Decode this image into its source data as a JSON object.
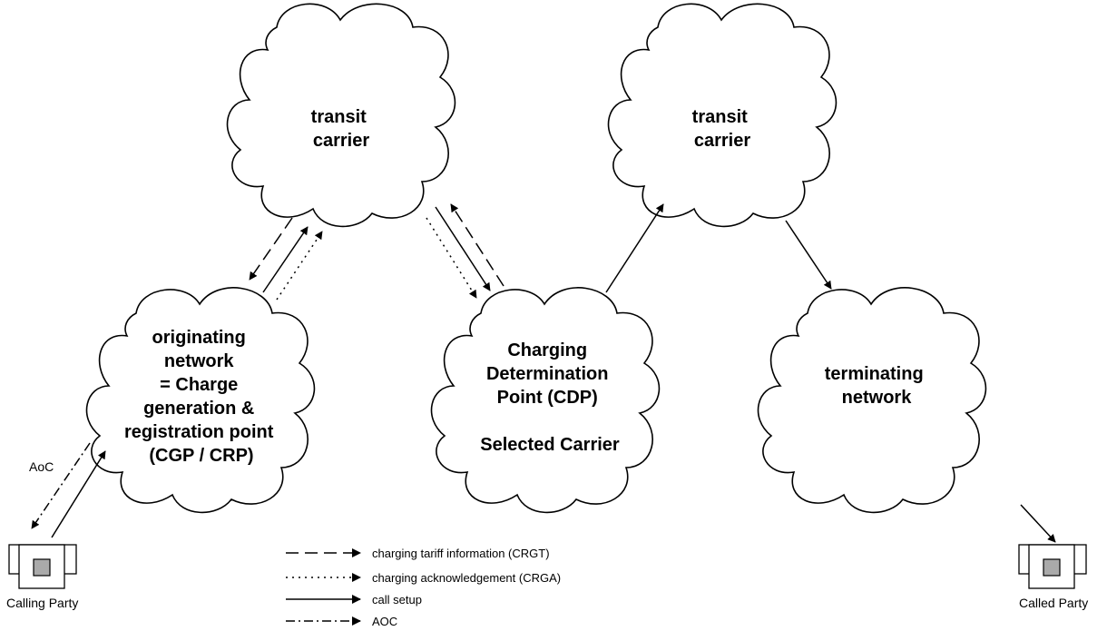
{
  "clouds": {
    "transit_carrier_1": [
      "transit",
      "carrier"
    ],
    "transit_carrier_2": [
      "transit",
      "carrier"
    ],
    "originating_network": [
      "originating",
      "network",
      "= Charge",
      "generation &",
      "registration point",
      "(CGP / CRP)"
    ],
    "cdp": [
      "Charging",
      "Determination",
      "Point (CDP)",
      "",
      "Selected Carrier"
    ],
    "terminating_network": [
      "terminating",
      "network"
    ]
  },
  "labels": {
    "aoc_short": "AoC",
    "calling_party": "Calling Party",
    "called_party": "Called Party"
  },
  "legend": [
    {
      "style": "dashed",
      "label": "charging tariff information (CRGT)"
    },
    {
      "style": "dotted",
      "label": "charging acknowledgement (CRGA)"
    },
    {
      "style": "solid",
      "label": "call setup"
    },
    {
      "style": "dash-dot",
      "label": "AOC"
    }
  ]
}
